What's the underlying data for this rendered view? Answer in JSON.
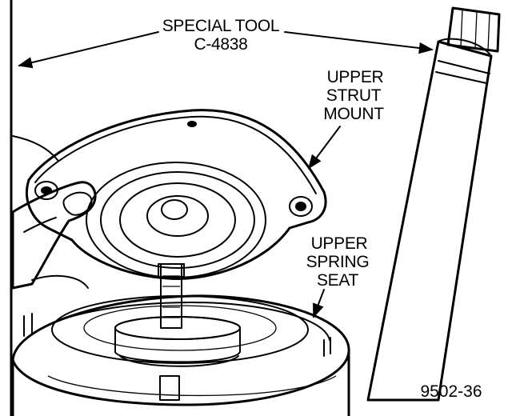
{
  "labels": {
    "special_tool_line1": "SPECIAL TOOL",
    "special_tool_line2": "C-4838",
    "upper_strut_mount_line1": "UPPER",
    "upper_strut_mount_line2": "STRUT",
    "upper_strut_mount_line3": "MOUNT",
    "upper_spring_seat_line1": "UPPER",
    "upper_spring_seat_line2": "SPRING",
    "upper_spring_seat_line3": "SEAT",
    "figure_number": "9502-36"
  },
  "colors": {
    "ink": "#000000",
    "paper": "#ffffff",
    "shade": "#9a9a9a"
  }
}
